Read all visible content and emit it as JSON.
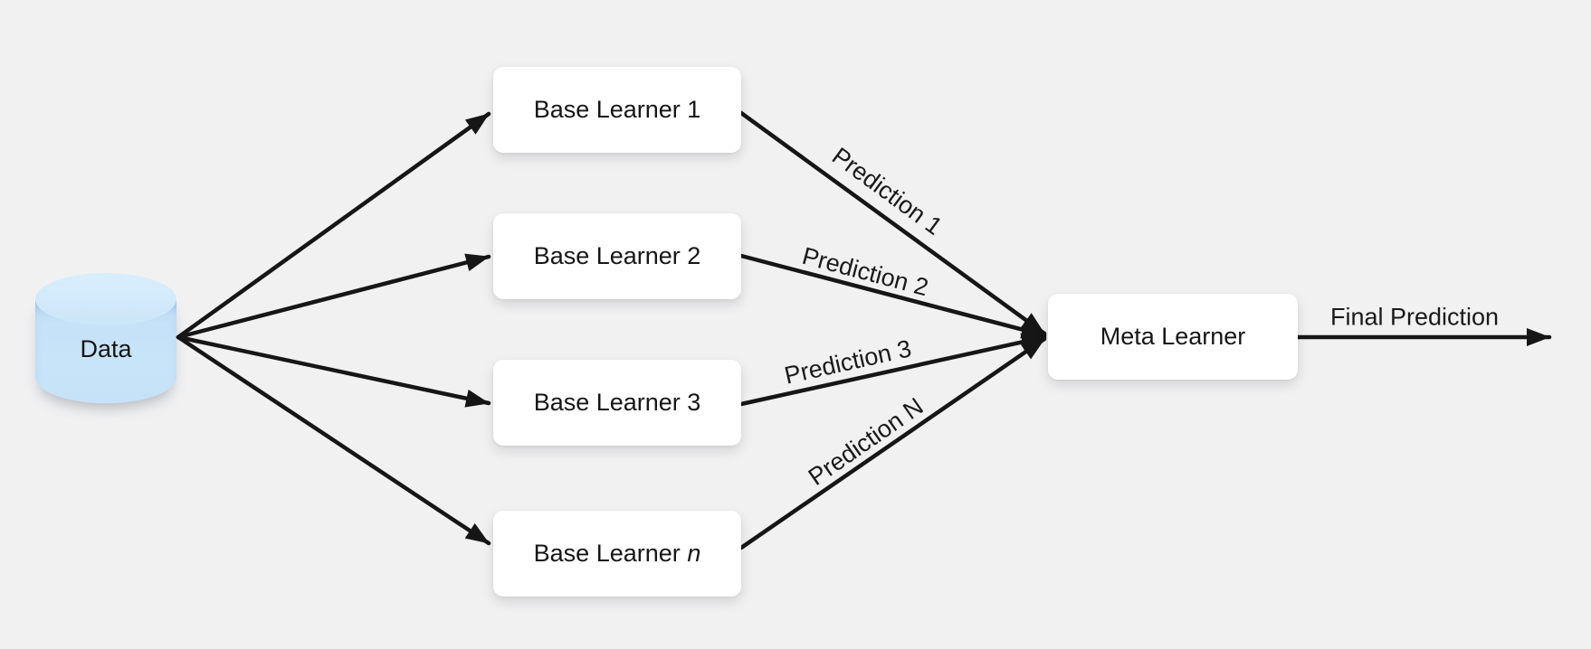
{
  "diagram": {
    "type": "ensemble-stacking-flowchart",
    "nodes": {
      "data_store": {
        "label": "Data",
        "shape": "cylinder",
        "fill": "#c6e2f8"
      },
      "base_learners": [
        {
          "label": "Base Learner 1"
        },
        {
          "label": "Base Learner 2"
        },
        {
          "label": "Base Learner 3"
        },
        {
          "label_prefix": "Base Learner",
          "label_variable": "n"
        }
      ],
      "meta_learner": {
        "label": "Meta Learner"
      }
    },
    "edges": [
      {
        "from": "Base Learner 1",
        "to": "Meta Learner",
        "label": "Prediction 1"
      },
      {
        "from": "Base Learner 2",
        "to": "Meta Learner",
        "label": "Prediction 2"
      },
      {
        "from": "Base Learner 3",
        "to": "Meta Learner",
        "label": "Prediction 3"
      },
      {
        "from": "Base Learner n",
        "to": "Meta Learner",
        "label": "Prediction N"
      }
    ],
    "output_edge": {
      "from": "Meta Learner",
      "label": "Final Prediction"
    },
    "colors": {
      "background": "#f1f1f2",
      "node_fill": "#ffffff",
      "node_text": "#161616",
      "arrow": "#161616",
      "cylinder_fill": "#c6e2f8",
      "cylinder_top_fill": "#d4eafc"
    }
  }
}
